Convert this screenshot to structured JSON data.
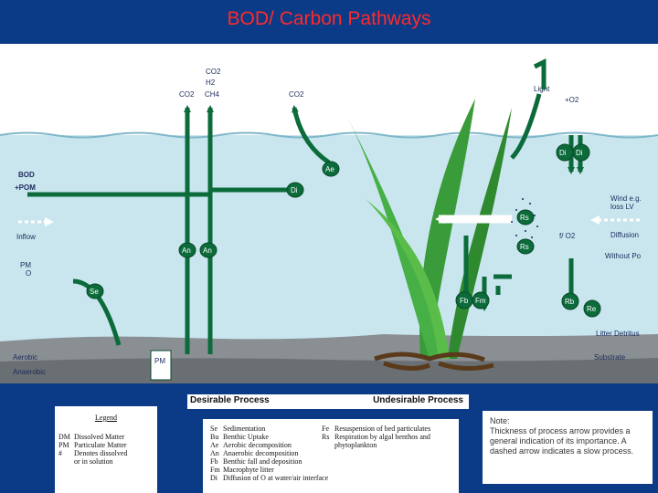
{
  "title": "BOD/ Carbon Pathways",
  "labels": {
    "co2_1": "CO2",
    "co2_top": "CO2",
    "h2": "H2",
    "ch4": "CH4",
    "co2_2": "CO2",
    "light": "Light",
    "o2": "+O2",
    "bod": "BOD",
    "pom": "+POM",
    "inflow": "Inflow",
    "pm": "PM",
    "o": "O",
    "wind": "Wind e.g.\nloss LV",
    "diffusion": "Diffusion",
    "without_po2": "Without Po",
    "o2_mid": "f/ O2",
    "aerobic": "Aerobic",
    "anaerobic": "Anaerobic",
    "pm_box": "PM",
    "litter": "Litter Detritus",
    "substrate": "Substrate"
  },
  "nodes": {
    "ae": "Ae",
    "di": "Di",
    "an1": "An",
    "an2": "An",
    "se": "Se",
    "di_r1": "Di",
    "di_r2": "Di",
    "rs": "Rs",
    "rs2": "Rs",
    "fb": "Fb",
    "fm": "Fm",
    "rb": "Rb",
    "re": "Re"
  },
  "legend": {
    "title": "Legend",
    "rows": [
      {
        "k": "DM",
        "v": "Dissolved Matter"
      },
      {
        "k": "PM",
        "v": "Particulate Matter"
      },
      {
        "k": "#",
        "v": "Denotes dissolved"
      },
      {
        "k": "",
        "v": "or in solution"
      }
    ]
  },
  "process_header": {
    "desirable": "Desirable Process",
    "undesirable": "Undesirable Process"
  },
  "processes_left": [
    {
      "k": "Se",
      "v": "Sedimentation"
    },
    {
      "k": "Bu",
      "v": "Benthic Uptake"
    },
    {
      "k": "Ae",
      "v": "Aerobic decomposition"
    },
    {
      "k": "An",
      "v": "Anaerobic decomposition"
    },
    {
      "k": "Fb",
      "v": "Benthic fall and deposition"
    },
    {
      "k": "Fm",
      "v": "Macrophyte litter"
    },
    {
      "k": "Di",
      "v": "Diffusion of O at water/air interface"
    }
  ],
  "processes_right": [
    {
      "k": "Fe",
      "v": "Resuspension of bed particulates"
    },
    {
      "k": "Rs",
      "v": "Respiration by algal benthos and"
    },
    {
      "k": "",
      "v": "phytoplankton"
    }
  ],
  "note": "Note:\nThickness of process arrow provides a general indication of its importance. A dashed arrow indicates a slow process."
}
